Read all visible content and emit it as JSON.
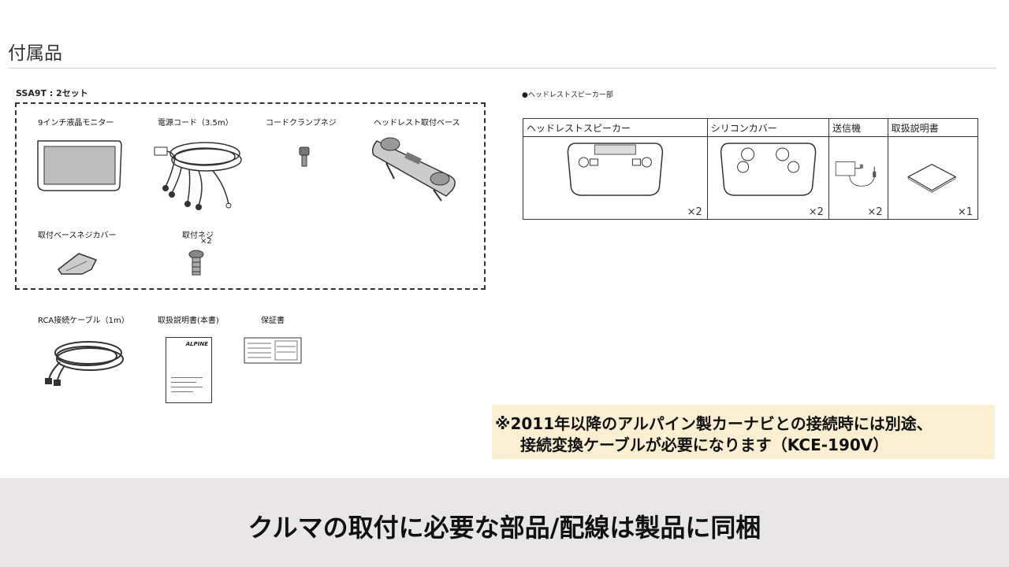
{
  "page_title": "付属品",
  "set_label": "SSA9T : 2セット",
  "set_items": [
    {
      "label": "9インチ液晶モニター"
    },
    {
      "label": "電源コード（3.5m）"
    },
    {
      "label": "コードクランプネジ"
    },
    {
      "label": "ヘッドレスト取付ベース"
    },
    {
      "label": "取付ベースネジカバー"
    },
    {
      "label": "取付ネジ",
      "qty": "×2"
    }
  ],
  "other_items": [
    {
      "label": "RCA接続ケーブル（1m）"
    },
    {
      "label": "取扱説明書(本書)",
      "brand": "ALPINE"
    },
    {
      "label": "保証書"
    }
  ],
  "speaker_section": {
    "bullet_label": "●ヘッドレストスピーカー部",
    "columns": [
      {
        "header": "ヘッドレストスピーカー",
        "qty": "×2"
      },
      {
        "header": "シリコンカバー",
        "qty": "×2"
      },
      {
        "header": "送信機",
        "qty": "×2"
      },
      {
        "header": "取扱説明書",
        "qty": "×1"
      }
    ]
  },
  "note": {
    "line1": "※2011年以降のアルパイン製カーナビとの接続時には別途、",
    "line2": "接続変換ケーブルが必要になります（KCE-190V）",
    "bg_color": "#fbefd1"
  },
  "footer": {
    "text": "クルマの取付に必要な部品/配線は製品に同梱",
    "bg_color": "#e8e6e6"
  }
}
